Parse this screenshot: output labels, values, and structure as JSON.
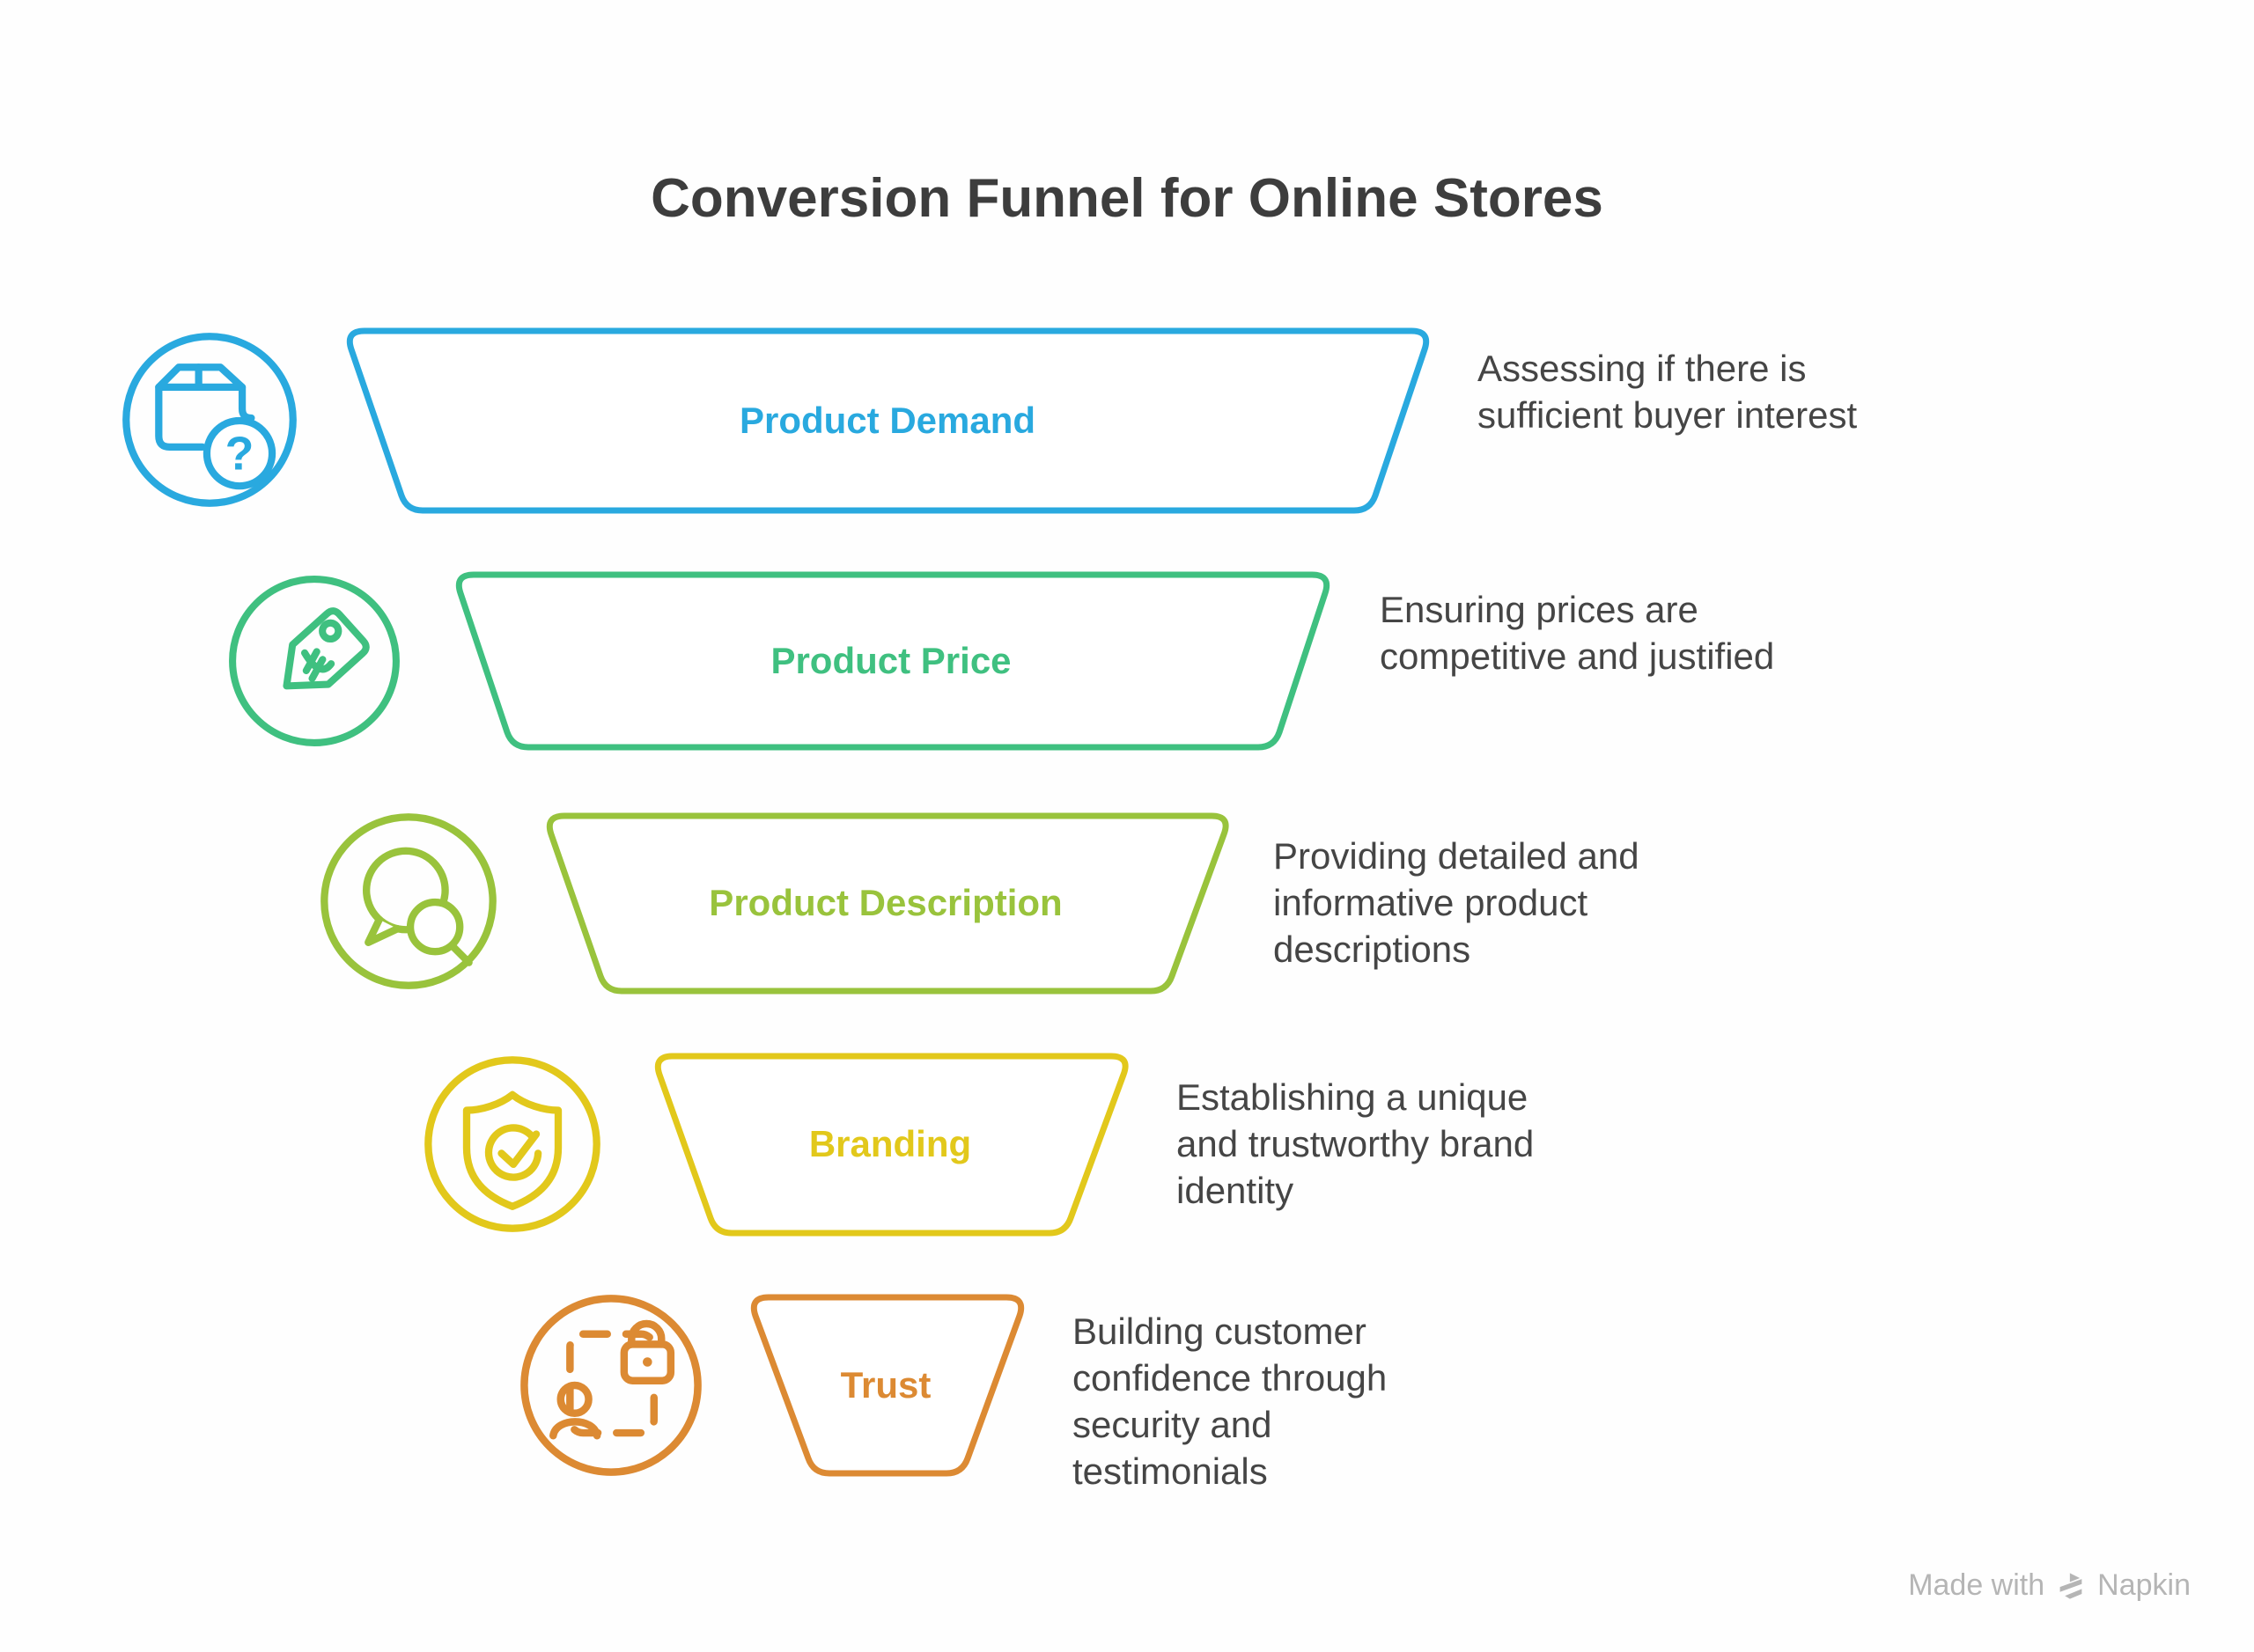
{
  "title": "Conversion Funnel for Online Stores",
  "stages": [
    {
      "id": "product-demand",
      "label": "Product Demand",
      "description": "Assessing if there is\nsufficient buyer interest",
      "color": "#29A9DF",
      "icon": "package-question-icon"
    },
    {
      "id": "product-price",
      "label": "Product Price",
      "description": "Ensuring prices are\ncompetitive and justified",
      "color": "#3FC080",
      "icon": "price-tag-icon"
    },
    {
      "id": "product-description",
      "label": "Product Description",
      "description": "Providing detailed and\ninformative product\ndescriptions",
      "color": "#99C33C",
      "icon": "chat-search-icon"
    },
    {
      "id": "branding",
      "label": "Branding",
      "description": "Establishing a unique\nand trustworthy brand\nidentity",
      "color": "#E2C81B",
      "icon": "shield-check-icon"
    },
    {
      "id": "trust",
      "label": "Trust",
      "description": "Building customer\nconfidence through\nsecurity and\ntestimonials",
      "color": "#DC8A33",
      "icon": "person-lock-icon"
    }
  ],
  "footer": {
    "made_with": "Made with",
    "brand": "Napkin",
    "logo": "napkin-logo-icon",
    "color": "#B5B5B5"
  },
  "colors": {
    "background": "#FEFEFE",
    "title_text": "#3D3D3D",
    "description_text": "#454545"
  }
}
